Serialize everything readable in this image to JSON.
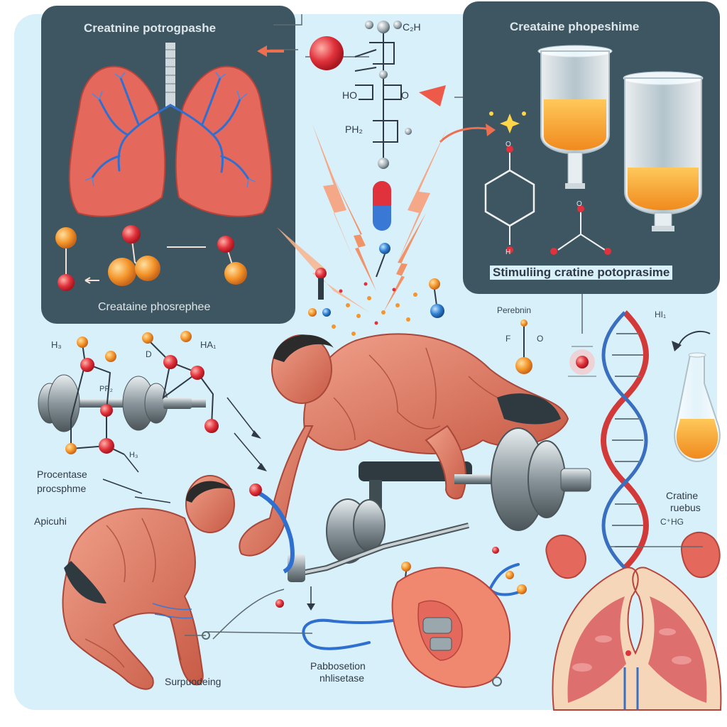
{
  "texts": {
    "panel_lungs_title": "Creatnine potrogpashe",
    "panel_lungs_caption": "Creataine phosrephee",
    "panel_tubes_title": "Creataine phopeshime",
    "panel_tubes_caption": "Stimuliing cratine potoprasime",
    "mol_c2h": "C₂H",
    "mol_ho": "HO",
    "mol_o": "O",
    "mol_ph": "PH₂",
    "label_h3_left": "H₃",
    "label_d": "D",
    "label_ha1": "HA₁",
    "label_pp": "PP₂",
    "label_h3_mid": "H₃",
    "label_procentase_1": "Procentase",
    "label_procentase_2": "procsphme",
    "label_apicuhi": "Apicuhi",
    "label_surpuodeing": "Surpuodeing",
    "label_pabbosetion_1": "Pabbosetion",
    "label_pabbosetion_2": "nhlisetase",
    "label_perebnin": "Perebnin",
    "label_f": "F",
    "label_o_small": "O",
    "label_hi": "HI₁",
    "label_cratine_1": "Cratine",
    "label_cratine_2": "ruebus",
    "label_ch": "C⁺HG",
    "label_h_ring": "H",
    "label_o_ring": "O",
    "label_o_carb": "O"
  },
  "colors": {
    "background": "#d8f0fa",
    "panel": "#3d5661",
    "lung": "#e5685c",
    "atom_red": "#e0323c",
    "atom_orange": "#f4962b",
    "skin": "#d8725e",
    "liquid": "#f7a22f",
    "vein": "#2f6fd0"
  },
  "icons": [
    "lungs-icon",
    "barbell-icon",
    "capsule-icon",
    "test-tube-icon",
    "flask-icon",
    "dna-helix-icon",
    "kidney-icon",
    "athlete-icon"
  ]
}
